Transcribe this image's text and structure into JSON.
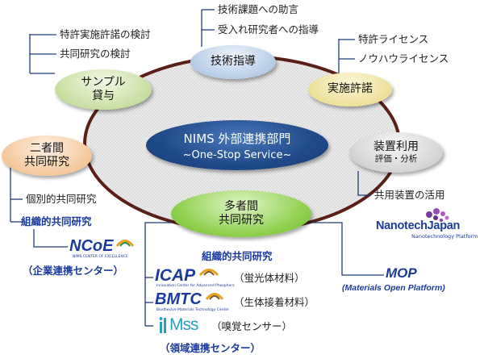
{
  "center": {
    "title": "NIMS 外部連携部門",
    "subtitle": "~One-Stop Service~"
  },
  "nodes": {
    "tech_guidance": {
      "label": "技術指導",
      "items": [
        "技術課題への助言",
        "受入れ研究者への指導"
      ]
    },
    "sample": {
      "line1": "サンプル",
      "line2": "貸与",
      "items": [
        "特許実施許諾の検討",
        "共同研究の検討"
      ]
    },
    "license": {
      "label": "実施許諾",
      "items": [
        "特許ライセンス",
        "ノウハウライセンス"
      ]
    },
    "bilateral": {
      "line1": "二者間",
      "line2": "共同研究",
      "items": [
        "個別的共同研究"
      ],
      "org_label": "組織的共同研究",
      "center_label": "（企業連携センター）"
    },
    "equipment": {
      "line1": "装置利用",
      "line2": "評価・分析",
      "items": [
        "共用装置の活用"
      ]
    },
    "multilateral": {
      "line1": "多者間",
      "line2": "共同研究",
      "org_label": "組織的共同研究",
      "centers": [
        "（蛍光体材料）",
        "（生体接着材料）",
        "（嗅覚センサー）"
      ],
      "center_label": "（領域連携センター）"
    }
  },
  "logos": {
    "ncoe": {
      "name": "NCoE",
      "sub": "NIMS CENTER OF EXCELLENCE"
    },
    "icap": {
      "name": "ICAP",
      "sub": "Innovation Center for Advanced Phosphors"
    },
    "bmtc": {
      "name": "BMTC",
      "sub": "Biodhesive Materials Technology Center"
    },
    "mss": {
      "name": "Mss"
    },
    "nanotech": {
      "name": "NanotechJapan",
      "sub": "Nanotechnology Platform"
    },
    "mop": {
      "name": "MOP",
      "sub": "(Materials Open Platform)"
    }
  },
  "colors": {
    "ring": "#5a2018",
    "center": "#1f4a8a",
    "lines": "#1f3a7a"
  }
}
